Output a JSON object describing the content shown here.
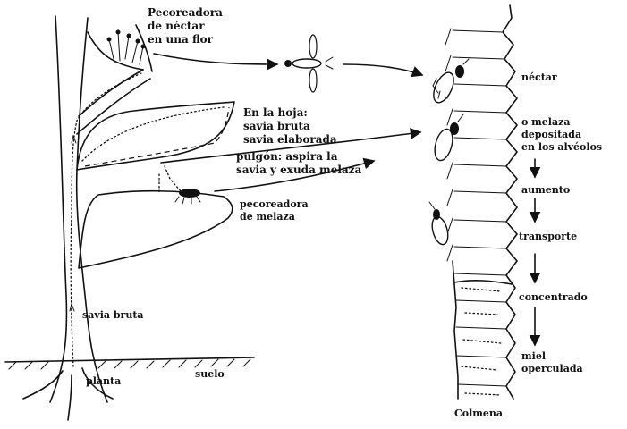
{
  "labels": {
    "nectar_forager": [
      "Pecoreadora",
      "de néctar",
      "en una flor"
    ],
    "leaf": [
      "En la hoja:",
      "savia bruta",
      "savia elaborada"
    ],
    "aphid": [
      "pulgón: aspira la",
      "savia y exuda melaza"
    ],
    "honeydew_forager": [
      "pecoreadora",
      "de melaza"
    ],
    "raw_sap": "savia bruta",
    "plant": "planta",
    "soil": "suelo",
    "hive": "Colmena"
  },
  "process": [
    {
      "lines": [
        "néctar"
      ]
    },
    {
      "lines": [
        "o melaza",
        "depositada",
        "en los alvéolos"
      ]
    },
    {
      "lines": [
        "aumento"
      ]
    },
    {
      "lines": [
        "transporte"
      ]
    },
    {
      "lines": [
        "concentrado"
      ]
    },
    {
      "lines": [
        "miel",
        "operculada"
      ]
    }
  ]
}
